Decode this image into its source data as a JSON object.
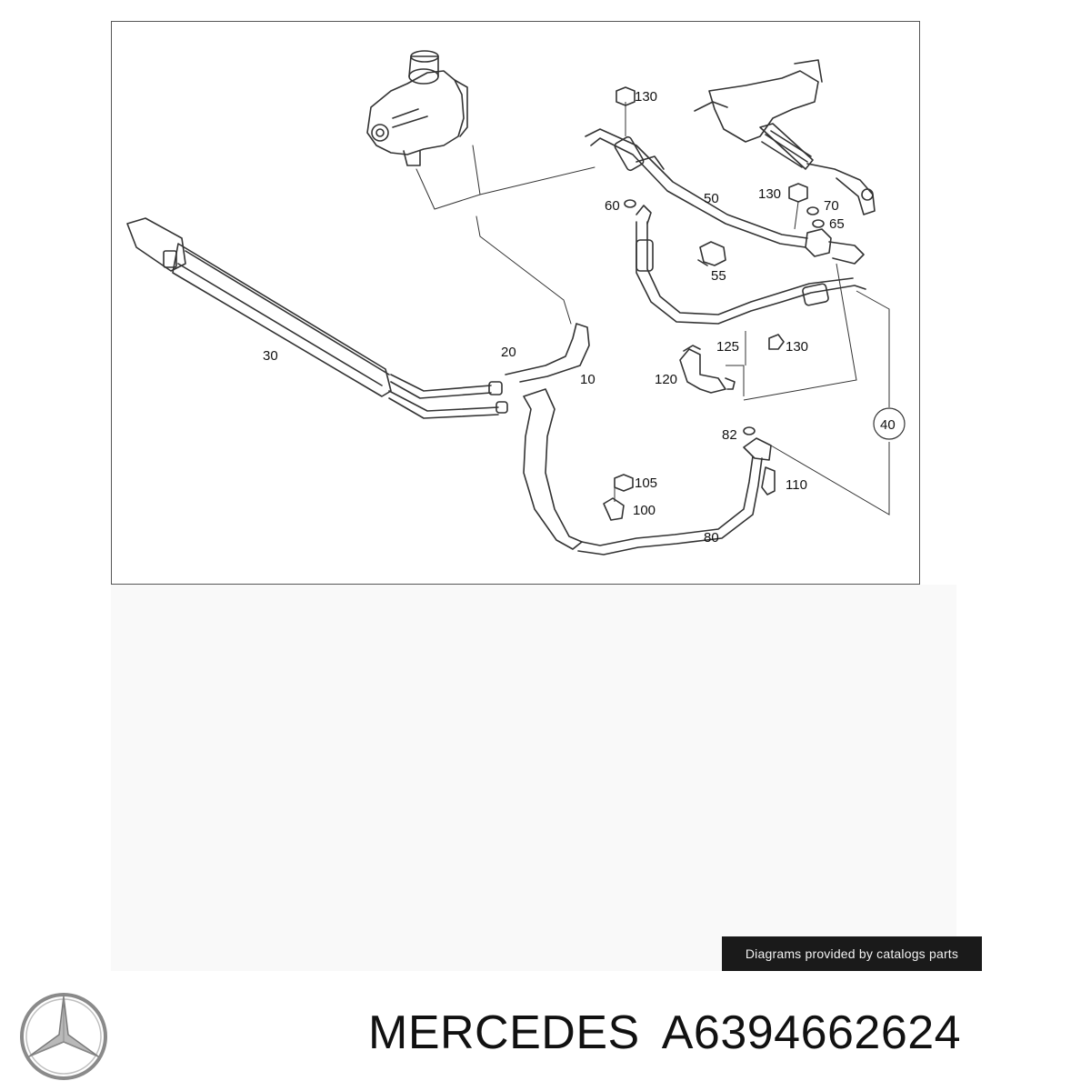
{
  "diagram": {
    "callouts": {
      "c130a": "130",
      "c50": "50",
      "c60": "60",
      "c130b": "130",
      "c70": "70",
      "c65": "65",
      "c55": "55",
      "c30": "30",
      "c20": "20",
      "c10": "10",
      "c125": "125",
      "c130c": "130",
      "c120": "120",
      "c40": "40",
      "c82": "82",
      "c105": "105",
      "c110": "110",
      "c100": "100",
      "c80": "80"
    }
  },
  "watermark": {
    "text": "Diagrams provided by catalogs parts"
  },
  "footer": {
    "brand": "MERCEDES",
    "part_number": "A6394662624"
  },
  "logo": {
    "icon": "mercedes-star-icon",
    "color": "#8a8a8a"
  }
}
